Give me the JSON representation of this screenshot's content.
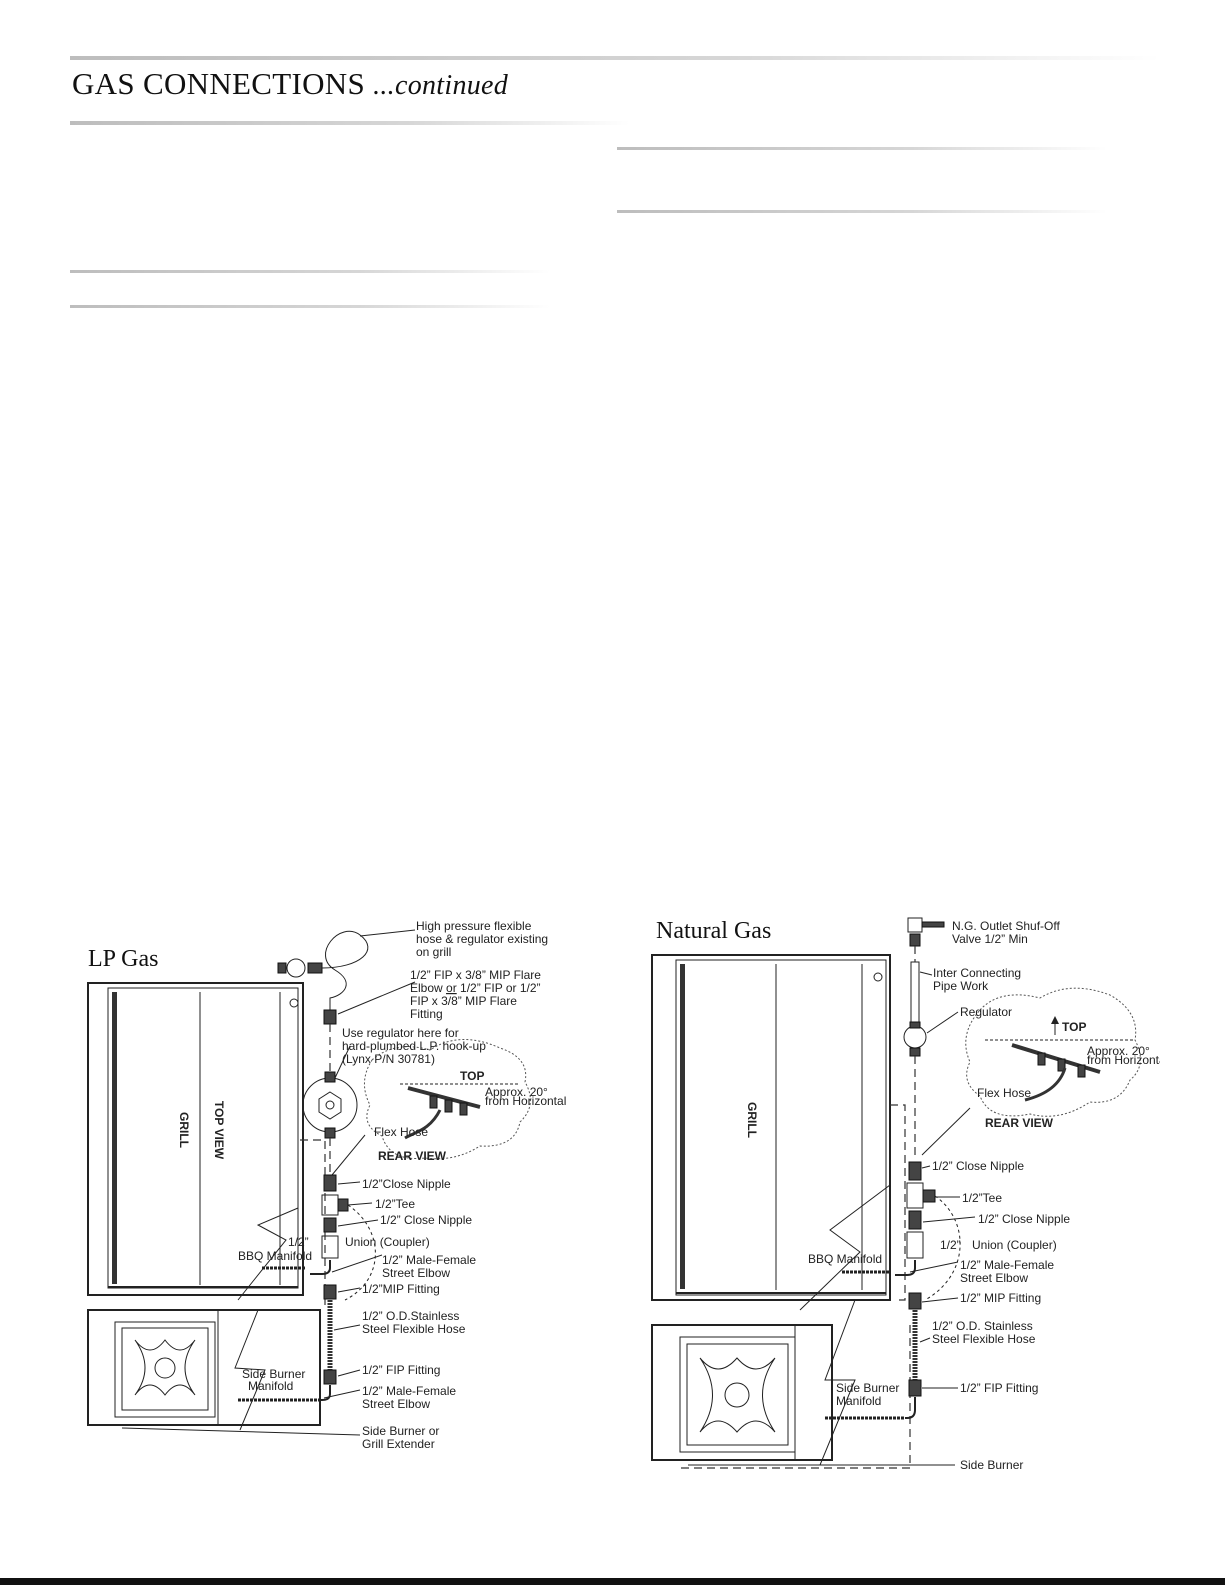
{
  "header": {
    "title": "GAS CONNECTIONS",
    "title_suffix": "...continued"
  },
  "lp_diagram": {
    "title": "LP Gas",
    "grill_label": "GRILL",
    "top_view_label": "TOP VIEW",
    "rear_view": {
      "top": "TOP",
      "angle_line1": "Approx. 20°",
      "angle_line2": "from Horizontal",
      "flex_hose": "Flex Hose",
      "caption": "REAR VIEW"
    },
    "bbq_manifold": "BBQ Manifold",
    "side_burner_manifold_1": "Side Burner",
    "side_burner_manifold_2": "Manifold",
    "callouts": {
      "hp_hose_1": "High pressure flexible",
      "hp_hose_2": "hose & regulator existing",
      "hp_hose_3": "on grill",
      "flare_1": "1/2” FIP x 3/8” MIP Flare",
      "flare_2a": "Elbow ",
      "flare_2or": "or",
      "flare_2b": " 1/2” FIP or 1/2”",
      "flare_3": "FIP x 3/8” MIP Flare",
      "flare_4": "Fitting",
      "reg_1": "Use regulator here for",
      "reg_2": "hard-plumbed L.P. hook-up",
      "reg_3": "(Lynx P/N 30781)",
      "close_nipple_top": "1/2”Close Nipple",
      "tee": "1/2”Tee",
      "close_nipple_bottom": "1/2” Close Nipple",
      "union_size": "1/2”",
      "union": "Union (Coupler)",
      "street_elbow_1": "1/2” Male-Female",
      "street_elbow_2": "Street Elbow",
      "mip_fitting": "1/2”MIP Fitting",
      "ss_hose_1": "1/2” O.D.Stainless",
      "ss_hose_2": "Steel Flexible Hose",
      "fip_fitting": "1/2” FIP Fitting",
      "street_elbow2_1": "1/2” Male-Female",
      "street_elbow2_2": "Street Elbow",
      "side_burner_1": "Side Burner or",
      "side_burner_2": "Grill Extender"
    }
  },
  "ng_diagram": {
    "title": "Natural Gas",
    "grill_label": "GRILL",
    "rear_view": {
      "top": "TOP",
      "angle_line1": "Approx. 20°",
      "angle_line2": "from Horizontal",
      "flex_hose": "Flex Hose",
      "caption": "REAR VIEW"
    },
    "bbq_manifold": "BBQ Manifold",
    "side_burner_manifold_1": "Side Burner",
    "side_burner_manifold_2": "Manifold",
    "callouts": {
      "shutoff_1": "N.G. Outlet Shuf-Off",
      "shutoff_2": "Valve 1/2” Min",
      "pipe_1": "Inter Connecting",
      "pipe_2": "Pipe Work",
      "regulator": "Regulator",
      "close_nipple_top": "1/2” Close Nipple",
      "tee": "1/2”Tee",
      "close_nipple_bottom": "1/2” Close Nipple",
      "union_size": "1/2”",
      "union": "Union (Coupler)",
      "street_elbow_1": "1/2” Male-Female",
      "street_elbow_2": "Street Elbow",
      "mip_fitting": "1/2” MIP Fitting",
      "ss_hose_1": "1/2” O.D. Stainless",
      "ss_hose_2": "Steel Flexible Hose",
      "fip_fitting": "1/2” FIP Fitting",
      "side_burner": "Side Burner"
    }
  }
}
